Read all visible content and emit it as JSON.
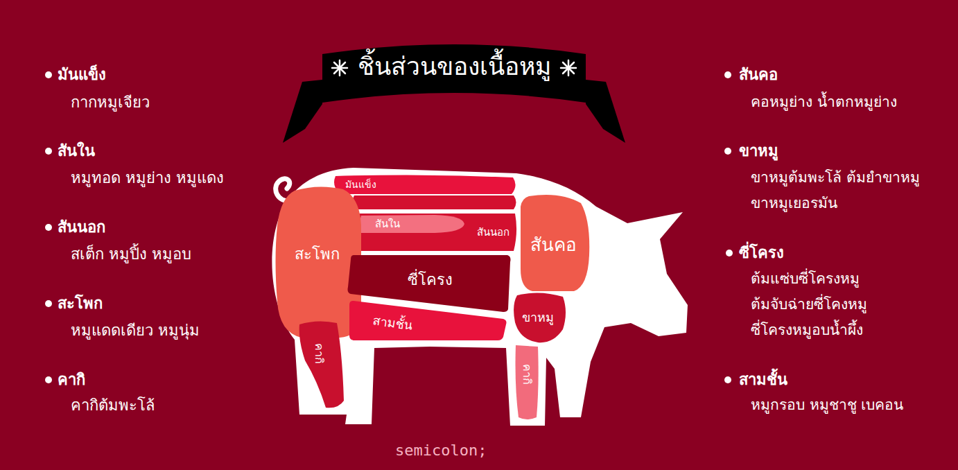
{
  "diagram": {
    "title": "ชิ้นส่วนของเนื้อหมู",
    "nodes": [
      {
        "text": [
          "มันแข็ง"
        ]
      },
      {
        "text": [
          "สันนอก"
        ]
      },
      {
        "text": [
          "สันใน"
        ],
        "in": 1
      },
      {
        "text": [
          "สะโพก"
        ]
      },
      {
        "text": [
          "สันคอ"
        ]
      },
      {
        "text": [
          "ซี่โครง"
        ]
      },
      {
        "text": [
          "ขาหมู"
        ]
      },
      {
        "text": [
          "สามชั้น"
        ]
      },
      {
        "text": [
          "คากิ"
        ]
      },
      {
        "text": [
          "คากิ"
        ]
      }
    ],
    "labels": [
      "มันแข็ง",
      "กากหมูเจียว",
      "สันใน",
      "หมูทอด หมูย่าง หมูแดง",
      "สันนอก",
      "สเต็ก หมูปิ้ง หมูอบ",
      "สะโพก",
      "หมูแดดเดียว หมูนุ่ม",
      "คากิ",
      "คากิต้มพะโล้",
      "สันคอ",
      "คอหมูย่าง น้ำตกหมูย่าง",
      "ขาหมู",
      "ขาหมูต้มพะโล้ ต้มยำขาหมู ขาหมูเยอรมัน",
      "ซี่โครง",
      "ต้มแซ่บซี่โครงหมู ต้มจับฉ่ายซี่โคงหมู ซี่โครงหมูอบน้ำผึ้ง",
      "สามชั้น",
      "หมูกรอบ หมูชาชู เบคอน",
      "semicolon;"
    ]
  }
}
